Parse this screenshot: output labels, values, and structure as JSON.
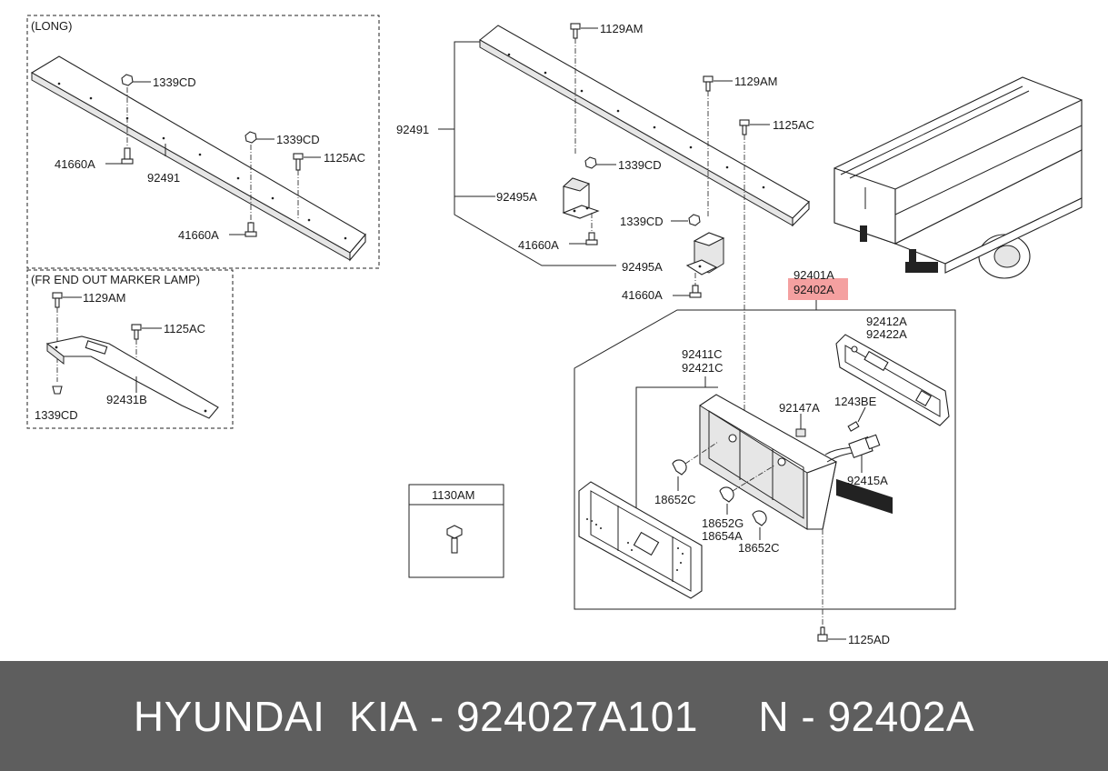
{
  "groups": {
    "long": "(LONG)",
    "marker": "(FR END OUT MARKER LAMP)"
  },
  "labels": {
    "l_1339cd_a": "1339CD",
    "l_1339cd_b": "1339CD",
    "l_1125ac_a": "1125AC",
    "l_41660a_a": "41660A",
    "l_92491_a": "92491",
    "l_41660a_b": "41660A",
    "l_1129am_m": "1129AM",
    "l_1125ac_m": "1125AC",
    "l_92431b": "92431B",
    "l_1339cd_m": "1339CD",
    "l_1129am_1": "1129AM",
    "l_1129am_2": "1129AM",
    "l_1125ac_c": "1125AC",
    "l_1339cd_c1": "1339CD",
    "l_92491_c": "92491",
    "l_92495a_1": "92495A",
    "l_1339cd_c2": "1339CD",
    "l_41660a_c1": "41660A",
    "l_92495a_2": "92495A",
    "l_41660a_c2": "41660A",
    "l_92401a": "92401A",
    "l_92402a": "92402A",
    "l_92412a": "92412A",
    "l_92422a": "92422A",
    "l_92411c": "92411C",
    "l_92421c": "92421C",
    "l_92147a": "92147A",
    "l_1243be": "1243BE",
    "l_92415a": "92415A",
    "l_18652c_1": "18652C",
    "l_18652g": "18652G",
    "l_18654a": "18654A",
    "l_18652c_2": "18652C",
    "l_1130am": "1130AM",
    "l_1125ad": "1125AD"
  },
  "highlight_color": "#f4a0a0",
  "footer": {
    "brand": "HYUNDAI  KIA",
    "separator": " - ",
    "part_number": "924027A101",
    "spacer": "     ",
    "ref_prefix": "N",
    "ref_separator": " - ",
    "ref_code": "92402A"
  }
}
